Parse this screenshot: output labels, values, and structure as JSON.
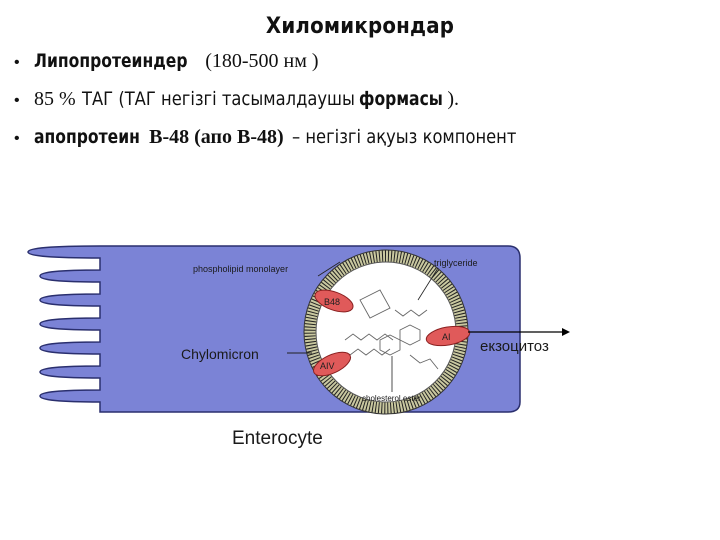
{
  "title": "Хиломикрондар",
  "bullets": [
    {
      "a": "Липопротеиндер",
      "b": "(180-500 нм )"
    },
    {
      "a": "85 %",
      "b": "ТАГ (ТАГ негізгі тасымалдаушы",
      "c": "формасы",
      "d": ")."
    },
    {
      "a": "апопротеин",
      "b": "В-48 (апо В-48)",
      "c": "– негізгі ақуыз компонент"
    }
  ],
  "diagram": {
    "phospholipid_label": "phospholipid monolayer",
    "triglyceride_label": "triglyceride",
    "chylomicron_label": "Chylomicron",
    "cholesterol_label": "cholesterol ester",
    "apo_b48": "B48",
    "apo_a1": "AI",
    "apo_aiv": "AIV",
    "enterocyte_label": "Enterocyte",
    "exocytosis_label": "екзоцитоз"
  },
  "colors": {
    "cell": "#7b83d6",
    "membrane_dark": "#202020",
    "apoprotein": "#e05a5a",
    "lipid_core": "#ffffff"
  }
}
